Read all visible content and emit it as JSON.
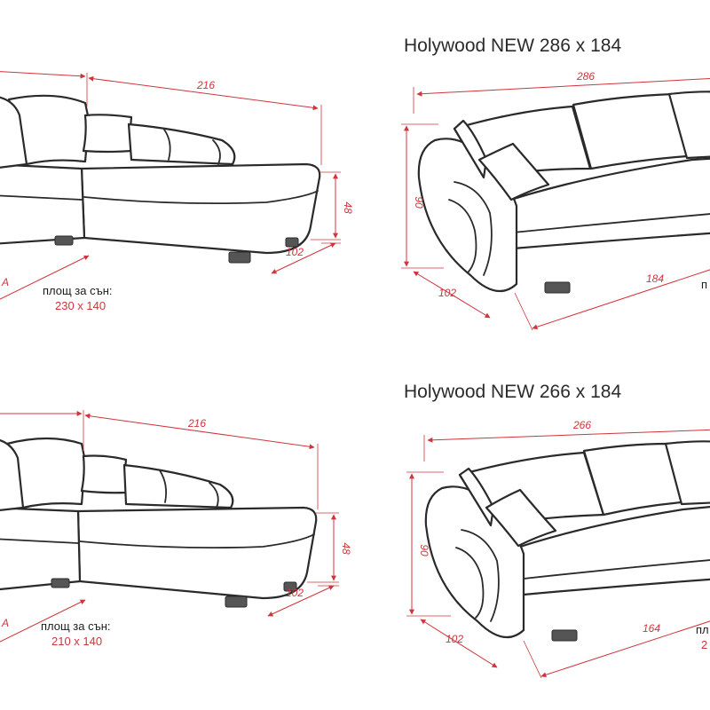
{
  "colors": {
    "dimension": "#d0343c",
    "outline": "#2a2a2a",
    "text": "#2b2b2b"
  },
  "panels": {
    "corner_top": {
      "dim_length": "216",
      "dim_height": "48",
      "dim_depth": "102",
      "dim_partial": "A",
      "sleep_label": "площ за сън:",
      "sleep_value": "230 x 140"
    },
    "sofa_top": {
      "title": "Holywood NEW 286 x 184",
      "dim_length": "286",
      "dim_height": "90",
      "dim_depth": "102",
      "dim_seat": "184",
      "partial_label": "п"
    },
    "corner_bottom": {
      "dim_length": "216",
      "dim_height": "48",
      "dim_depth": "102",
      "dim_partial": "A",
      "sleep_label": "площ за сън:",
      "sleep_value": "210 x 140"
    },
    "sofa_bottom": {
      "title": "Holywood NEW 266 x 184",
      "dim_length": "266",
      "dim_height": "90",
      "dim_depth": "102",
      "dim_seat": "164",
      "partial_label": "пл",
      "partial_value": "2"
    }
  }
}
